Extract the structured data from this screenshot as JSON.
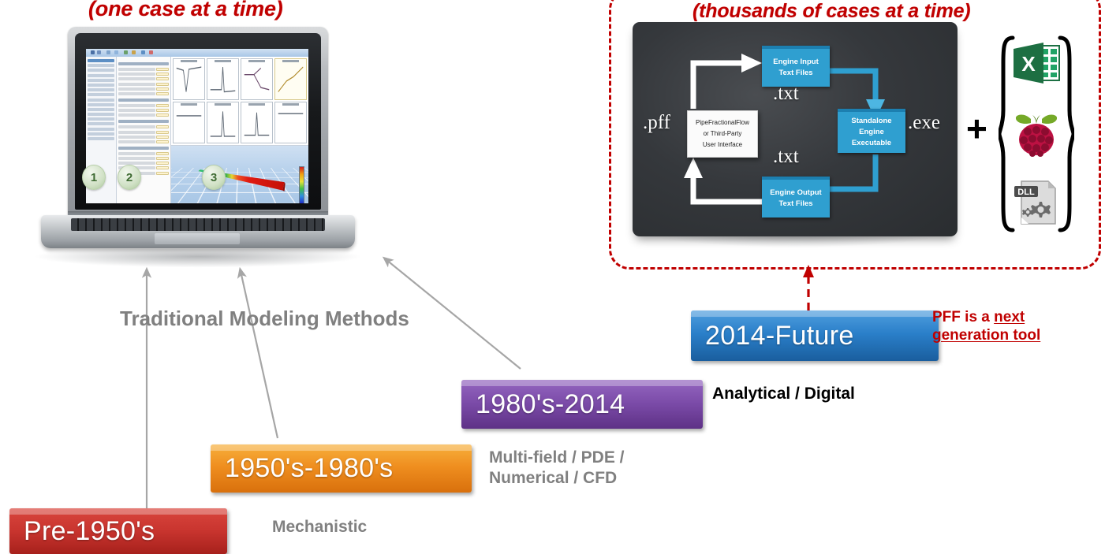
{
  "captions": {
    "left": "(one case at a time)",
    "right": "(thousands of cases at a time)"
  },
  "laptop": {
    "callouts": [
      "1",
      "2",
      "3"
    ],
    "screen_app": "modeling-application"
  },
  "flow_diagram": {
    "ui_box": [
      "PipeFractionalFlow",
      "or Third-Party",
      "User Interface"
    ],
    "input_box": [
      "Engine Input",
      "Text Files"
    ],
    "engine_box": [
      "Standalone",
      "Engine",
      "Executable"
    ],
    "output_box": [
      "Engine Output",
      "Text Files"
    ],
    "ext_pff": ".pff",
    "ext_txt_top": ".txt",
    "ext_txt_bottom": ".txt",
    "ext_exe": ".exe",
    "plus": "+",
    "icons": [
      "excel-icon",
      "raspberry-pi-icon",
      "dll-file-icon"
    ],
    "dll_label": "DLL",
    "excel_letter": "X"
  },
  "timeline": {
    "title": "Traditional Modeling Methods",
    "items": [
      {
        "label": "Pre-1950's",
        "sub": "",
        "color": "#c9352f"
      },
      {
        "label": "1950's-1980's",
        "sub": "Mechanistic",
        "color": "#ef8e1f"
      },
      {
        "label": "1980's-2014",
        "sub": "Multi-field / PDE /\nNumerical / CFD",
        "color": "#7b4ba8"
      },
      {
        "label": "2014-Future",
        "sub": "Analytical / Digital",
        "color": "#2a7fc9"
      }
    ],
    "sub_mechanistic": "Mechanistic",
    "sub_multifield_l1": "Multi-field / PDE /",
    "sub_multifield_l2": "Numerical / CFD",
    "sub_analytical": "Analytical / Digital"
  },
  "callout_note": {
    "line1_plain": "PFF is a ",
    "line1_underline": "next",
    "line2_underline": "generation tool"
  },
  "colors": {
    "red_caption": "#c00000",
    "dashed_border": "#c00000",
    "flow_blue": "#2f9fd0",
    "dark_panel": "#35383c",
    "gray_label": "#808080"
  }
}
